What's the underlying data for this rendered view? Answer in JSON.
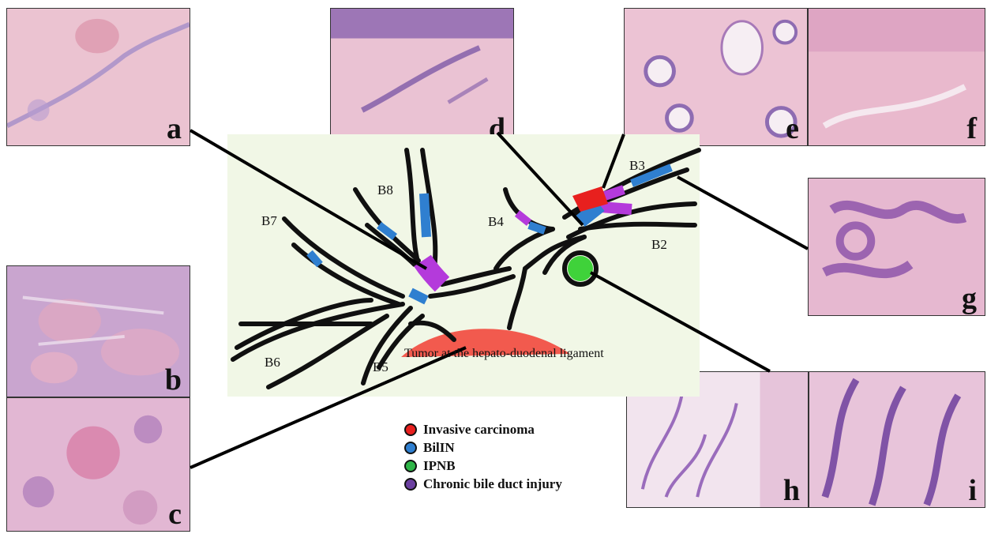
{
  "panels": [
    {
      "id": "a",
      "label": "a"
    },
    {
      "id": "b",
      "label": "b"
    },
    {
      "id": "c",
      "label": "c"
    },
    {
      "id": "d",
      "label": "d"
    },
    {
      "id": "e",
      "label": "e"
    },
    {
      "id": "f",
      "label": "f"
    },
    {
      "id": "g",
      "label": "g"
    },
    {
      "id": "h",
      "label": "h"
    },
    {
      "id": "i",
      "label": "i"
    }
  ],
  "branches": {
    "b8": "B8",
    "b7": "B7",
    "b4": "B4",
    "b3": "B3",
    "b2": "B2",
    "b6": "B6",
    "b5": "B5"
  },
  "tumor_label": "Tumor at the hepato-duodenal ligament",
  "legend": [
    {
      "label": "Invasive carcinoma",
      "color": "#e8201e"
    },
    {
      "label": "BilIN",
      "color": "#2f7fd0"
    },
    {
      "label": "IPNB",
      "color": "#2fb548"
    },
    {
      "label": "Chronic bile duct injury",
      "color": "#6b3fa0"
    }
  ],
  "colors": {
    "duct": "#101010",
    "invasive": "#e8201e",
    "bilin": "#2f7fd0",
    "ipnb": "#3fd23a",
    "injury": "#b43adb",
    "tumor": "#f25a4e"
  }
}
